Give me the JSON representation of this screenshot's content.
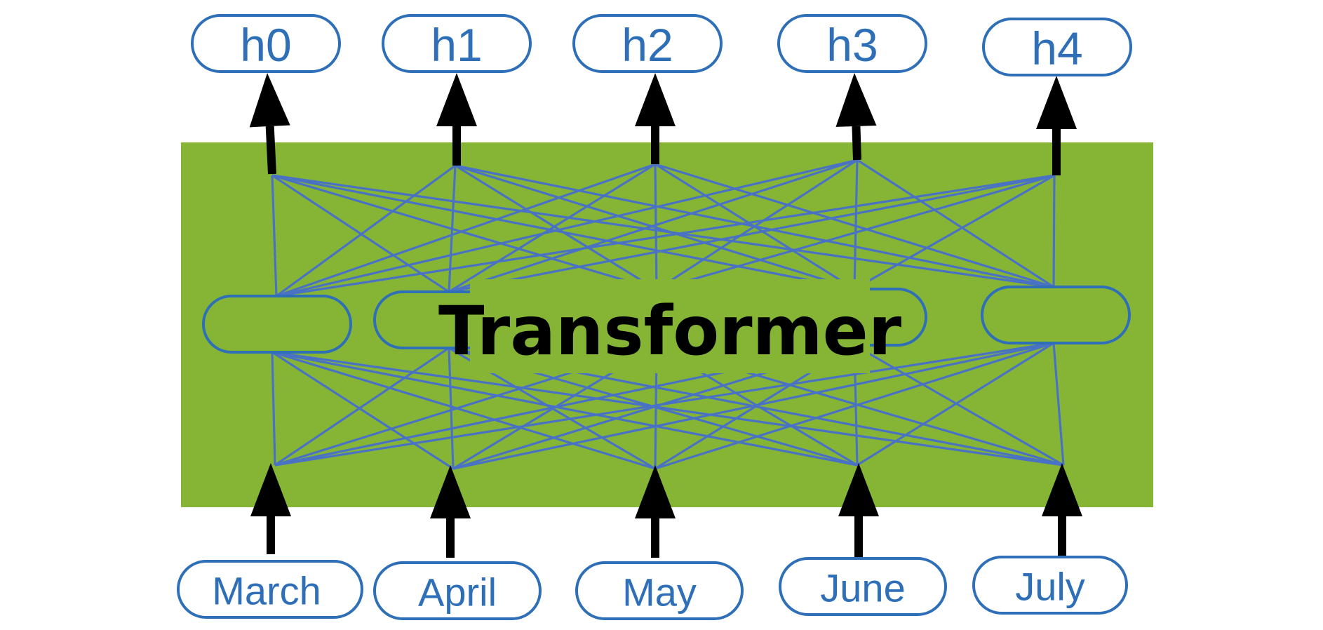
{
  "diagram": {
    "block_label": "Transformer",
    "outputs": [
      "h0",
      "h1",
      "h2",
      "h3",
      "h4"
    ],
    "inputs": [
      "March",
      "April",
      "May",
      "June",
      "July"
    ],
    "colors": {
      "block": "#86b536",
      "node_stroke": "#2e6fb8",
      "connection": "#4a72c4",
      "arrow": "#000000"
    }
  }
}
